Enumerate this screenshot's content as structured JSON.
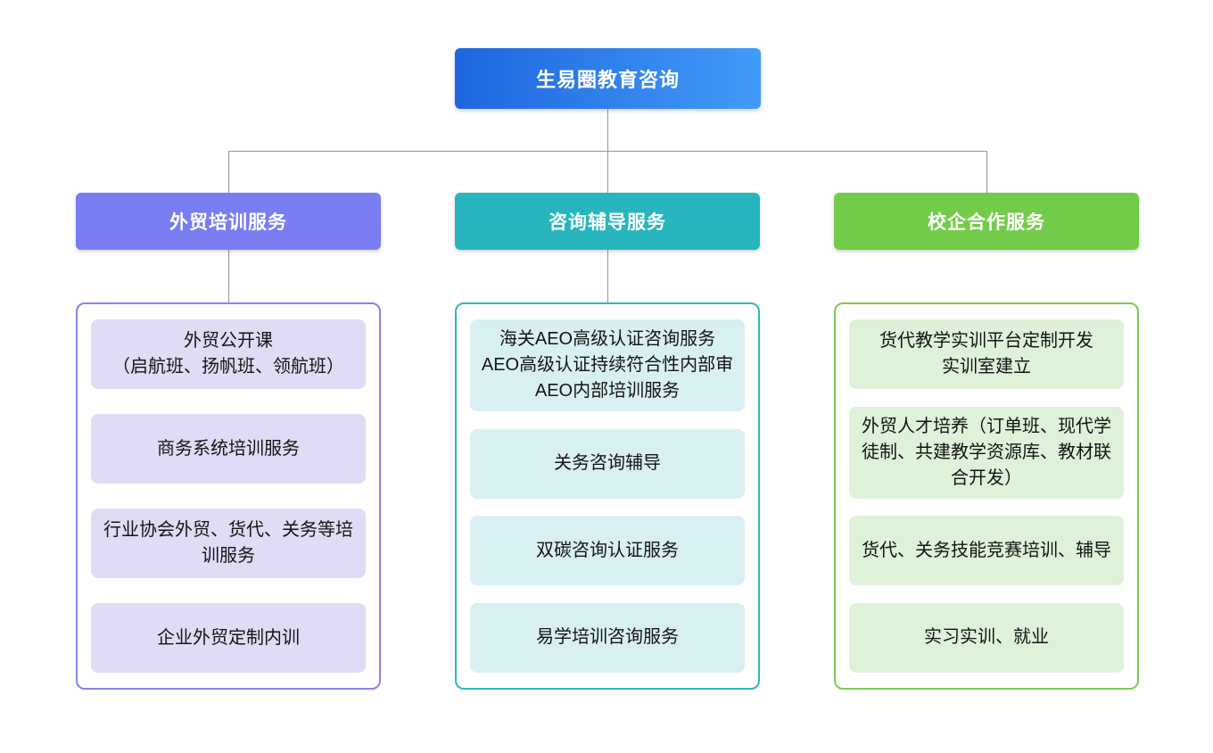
{
  "palette": {
    "canvas_bg": "#ffffff",
    "root_grad_from": "#1e66df",
    "root_grad_to": "#429af8",
    "line_color": "#8e959b"
  },
  "root": {
    "label": "生易圈教育咨询"
  },
  "columns": [
    {
      "header": "外贸培训服务",
      "colors": {
        "accent": "#7a7df2",
        "border": "#8583f2",
        "item_bg": "#dfdcf6"
      },
      "items": [
        "外贸公开课\n（启航班、扬帆班、领航班）",
        "商务系统培训服务",
        "行业协会外贸、货代、关务等培训服务",
        "企业外贸定制内训"
      ]
    },
    {
      "header": "咨询辅导服务",
      "colors": {
        "accent": "#27b6bd",
        "border": "#2cb8bf",
        "item_bg": "#d9f0f3"
      },
      "items": [
        "海关AEO高级认证咨询服务\nAEO高级认证持续符合性内部审\nAEO内部培训服务",
        "关务咨询辅导",
        "双碳咨询认证服务",
        "易学培训咨询服务"
      ]
    },
    {
      "header": "校企合作服务",
      "colors": {
        "accent": "#72cc4a",
        "border": "#79cb50",
        "item_bg": "#def2da"
      },
      "items": [
        "货代教学实训平台定制开发\n实训室建立",
        "外贸人才培养（订单班、现代学徒制、共建教学资源库、教材联合开发）",
        "货代、关务技能竞赛培训、辅导",
        "实习实训、就业"
      ]
    }
  ]
}
